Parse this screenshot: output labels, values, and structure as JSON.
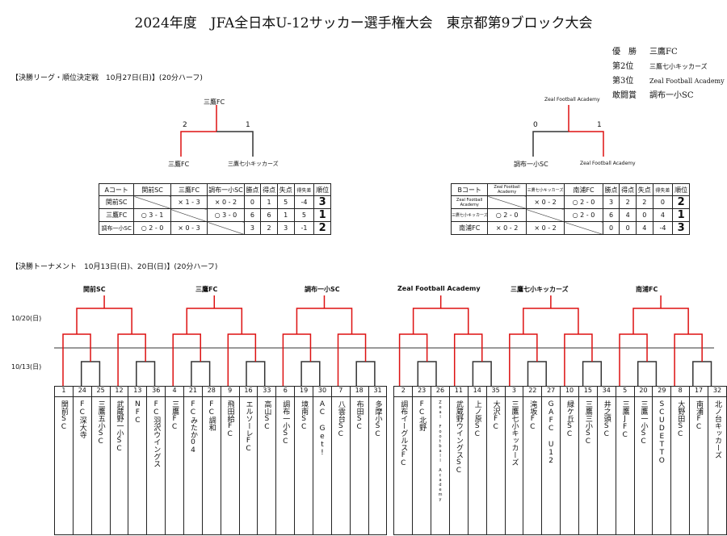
{
  "title": "2024年度　JFA全日本U-12サッカー選手権大会　東京都第9ブロック大会",
  "awards": [
    {
      "label": "優　勝",
      "value": "三鷹FC"
    },
    {
      "label": "第2位",
      "value": "三鷹七小キッカーズ"
    },
    {
      "label": "第3位",
      "value": "Zeal Football Academy"
    },
    {
      "label": "敢闘賞",
      "value": "調布一小SC"
    }
  ],
  "league": {
    "heading": "【決勝リーグ・順位決定戦　10月27日(日)】(20分ハーフ)",
    "a": {
      "top": "三鷹FC",
      "left": "三鷹FC",
      "right": "三鷹七小キッカーズ",
      "score_left": "2",
      "score_right": "1",
      "header": [
        "Aコート",
        "関前SC",
        "三鷹FC",
        "調布一小SC",
        "勝点",
        "得点",
        "失点",
        "得失差",
        "順位"
      ],
      "rows": [
        [
          "関前SC",
          "",
          "× 1 - 3",
          "× 0 - 2",
          "0",
          "1",
          "5",
          "-4",
          "3"
        ],
        [
          "三鷹FC",
          "○ 3 - 1",
          "",
          "○ 3 - 0",
          "6",
          "6",
          "1",
          "5",
          "1"
        ],
        [
          "調布一小SC",
          "○ 2 - 0",
          "× 0 - 3",
          "",
          "3",
          "2",
          "3",
          "-1",
          "2"
        ]
      ]
    },
    "b": {
      "top": "Zeal Football Academy",
      "left": "調布一小SC",
      "right": "Zeal Football Academy",
      "score_left": "0",
      "score_right": "1",
      "header": [
        "Bコート",
        "Zeal Football Academy",
        "三鷹七小キッカーズ",
        "南浦FC",
        "勝点",
        "得点",
        "失点",
        "得失差",
        "順位"
      ],
      "rows": [
        [
          "Zeal Football Academy",
          "",
          "× 0 - 2",
          "○ 2 - 0",
          "3",
          "2",
          "2",
          "0",
          "2"
        ],
        [
          "三鷹七小キッカーズ",
          "○ 2 - 0",
          "",
          "○ 2 - 0",
          "6",
          "4",
          "0",
          "4",
          "1"
        ],
        [
          "南浦FC",
          "× 0 - 2",
          "× 0 - 2",
          "",
          "0",
          "0",
          "4",
          "-4",
          "3"
        ]
      ]
    }
  },
  "tournament": {
    "heading": "【決勝トーナメント　10月13日(日)、20日(日)】(20分ハーフ)",
    "date1": "10/20(日)",
    "date2": "10/13(日)",
    "winners": [
      "関前SC",
      "三鷹FC",
      "調布一小SC",
      "Zeal Football Academy",
      "三鷹七小キッカーズ",
      "南浦FC"
    ],
    "teams": [
      {
        "n": "1",
        "name": "関前SC"
      },
      {
        "n": "24",
        "name": "FC深大寺"
      },
      {
        "n": "25",
        "name": "三鷹五小SC"
      },
      {
        "n": "12",
        "name": "武蔵野一小SC"
      },
      {
        "n": "13",
        "name": "NFC"
      },
      {
        "n": "36",
        "name": "FC羽沢ウイングス"
      },
      {
        "n": "4",
        "name": "三鷹FC"
      },
      {
        "n": "21",
        "name": "FCみたか04"
      },
      {
        "n": "28",
        "name": "FC調和"
      },
      {
        "n": "9",
        "name": "飛田給FC"
      },
      {
        "n": "16",
        "name": "エルソーレFC"
      },
      {
        "n": "33",
        "name": "高山SC"
      },
      {
        "n": "6",
        "name": "調布一小SC"
      },
      {
        "n": "19",
        "name": "境南SC"
      },
      {
        "n": "30",
        "name": "AC Get!"
      },
      {
        "n": "7",
        "name": "八雲台SC"
      },
      {
        "n": "18",
        "name": "布田SC"
      },
      {
        "n": "31",
        "name": "多摩小SC"
      },
      {
        "n": "2",
        "name": "調布イーグルスFC"
      },
      {
        "n": "23",
        "name": "FC北野"
      },
      {
        "n": "26",
        "name": "Zeal Football Academy"
      },
      {
        "n": "11",
        "name": "武蔵野ウイングスSC"
      },
      {
        "n": "14",
        "name": "上ノ原SC"
      },
      {
        "n": "35",
        "name": "大沢FC"
      },
      {
        "n": "3",
        "name": "三鷹七小キッカーズ"
      },
      {
        "n": "22",
        "name": "滝坂FC"
      },
      {
        "n": "27",
        "name": "GAFC U12"
      },
      {
        "n": "10",
        "name": "緑ケ丘SC"
      },
      {
        "n": "15",
        "name": "三鷹三小SC"
      },
      {
        "n": "34",
        "name": "井之頭SC"
      },
      {
        "n": "5",
        "name": "三鷹JFC"
      },
      {
        "n": "20",
        "name": "三鷹一小SC"
      },
      {
        "n": "29",
        "name": "SCUDETTO"
      },
      {
        "n": "8",
        "name": "大野田SC"
      },
      {
        "n": "17",
        "name": "南浦FC"
      },
      {
        "n": "32",
        "name": "北ノ台キッカーズ"
      }
    ]
  }
}
